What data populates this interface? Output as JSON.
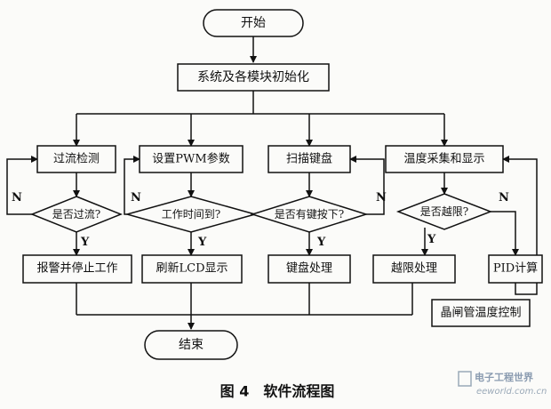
{
  "flowchart": {
    "start": "开始",
    "init": "系统及各模块初始化",
    "branch1": {
      "process": "过流检测",
      "decision": "是否过流?",
      "action": "报警并停止工作"
    },
    "branch2": {
      "process": "设置PWM参数",
      "decision": "工作时间到?",
      "action": "刷新LCD显示"
    },
    "branch3": {
      "process": "扫描键盘",
      "decision": "是否有键按下?",
      "action": "键盘处理"
    },
    "branch4": {
      "process": "温度采集和显示",
      "decision": "是否越限?",
      "action_yes": "越限处理",
      "action_no": "PID计算",
      "control": "晶闸管温度控制"
    },
    "end": "结束",
    "yes_label": "Y",
    "no_label": "N"
  },
  "caption": "图 4　软件流程图",
  "watermark": {
    "title": "电子工程世界",
    "url": "eeworld.com.cn"
  },
  "colors": {
    "line": "#111111",
    "background": "#fbfbf9",
    "watermark": "#9aa9b8"
  }
}
